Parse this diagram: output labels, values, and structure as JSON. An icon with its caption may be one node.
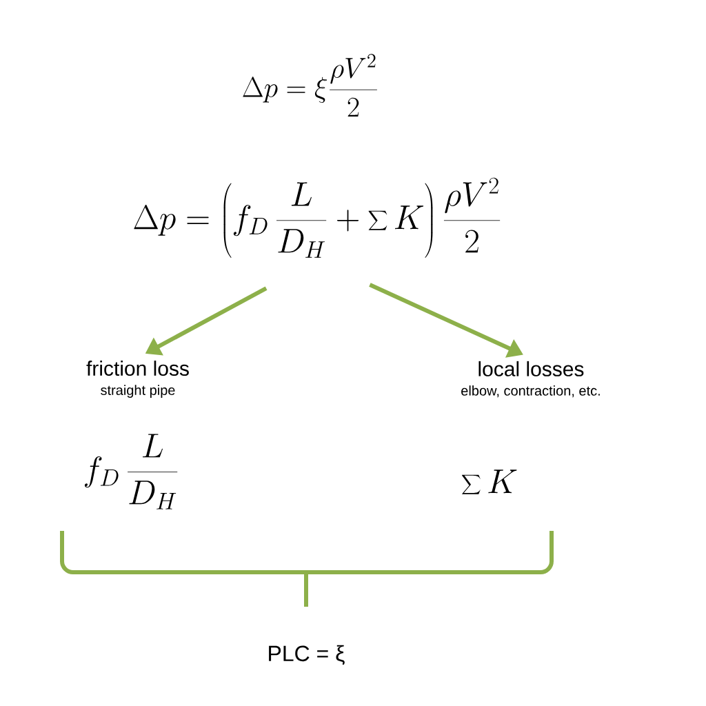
{
  "diagram": {
    "nodes": [
      {
        "text": [
          "\\Delta p = \\xi \\frac{\\rho V^2}{2}"
        ]
      },
      {
        "text": [
          "\\Delta p = \\left(f_D\\,\\frac{L}{D_H} + \\sum K\\right)\\frac{\\rho V^2}{2}"
        ]
      },
      {
        "text": [
          "friction loss",
          "straight pipe"
        ]
      },
      {
        "text": [
          "local losses",
          "elbow, contraction, etc."
        ]
      }
    ],
    "edges": [
      {
        "from": 1,
        "to": 2,
        "arrow": "to"
      },
      {
        "from": 1,
        "to": 3,
        "arrow": "to"
      }
    ],
    "labels": [
      "f_D\\,\\frac{L}{D_H}",
      "\\sum K",
      "PLC = ξ"
    ]
  }
}
